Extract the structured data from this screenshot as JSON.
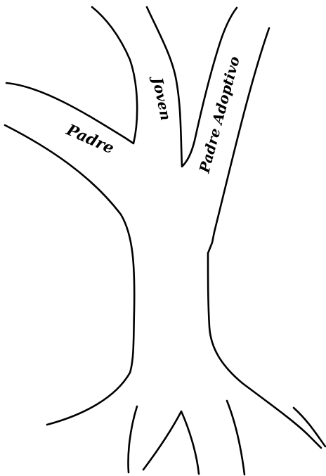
{
  "labels": {
    "left_branch": "Padre",
    "middle_branch": "Joven",
    "right_branch": "Padre Adoptivo"
  },
  "colors": {
    "ink": "#000000",
    "background": "#ffffff"
  }
}
